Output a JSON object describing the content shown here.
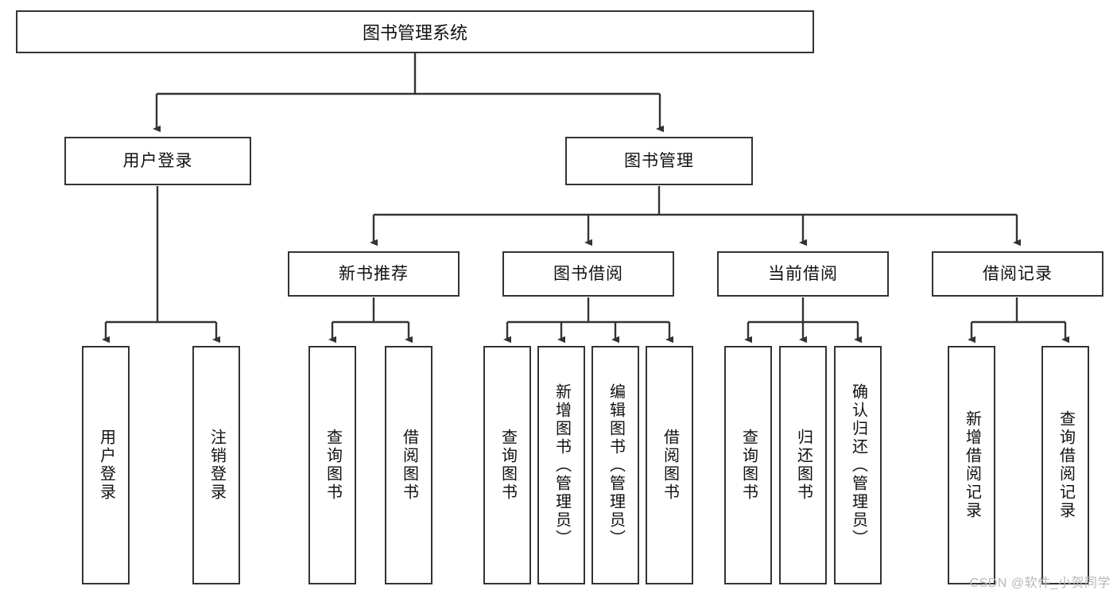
{
  "diagram": {
    "title": "图书管理系统",
    "type": "tree",
    "watermark": "CSDN @软件_小贺同学",
    "colors": {
      "box_border": "#333333",
      "box_fill": "#ffffff",
      "connector": "#333333",
      "text": "#111111",
      "watermark": "#b8b8b8"
    },
    "root": {
      "label": "图书管理系统"
    },
    "level2": [
      {
        "label": "用户登录"
      },
      {
        "label": "图书管理"
      }
    ],
    "level3": [
      {
        "label": "新书推荐"
      },
      {
        "label": "图书借阅"
      },
      {
        "label": "当前借阅"
      },
      {
        "label": "借阅记录"
      }
    ],
    "leaves": {
      "user_login": [
        {
          "label": "用户登录"
        },
        {
          "label": "注销登录"
        }
      ],
      "new_book_recommend": [
        {
          "label": "查询图书"
        },
        {
          "label": "借阅图书"
        }
      ],
      "book_borrow": [
        {
          "label": "查询图书"
        },
        {
          "label": "新增图书（管理员）"
        },
        {
          "label": "编辑图书（管理员）"
        },
        {
          "label": "借阅图书"
        }
      ],
      "current_borrow": [
        {
          "label": "查询图书"
        },
        {
          "label": "归还图书"
        },
        {
          "label": "确认归还（管理员）"
        }
      ],
      "borrow_record": [
        {
          "label": "新增借阅记录"
        },
        {
          "label": "查询借阅记录"
        }
      ]
    }
  }
}
